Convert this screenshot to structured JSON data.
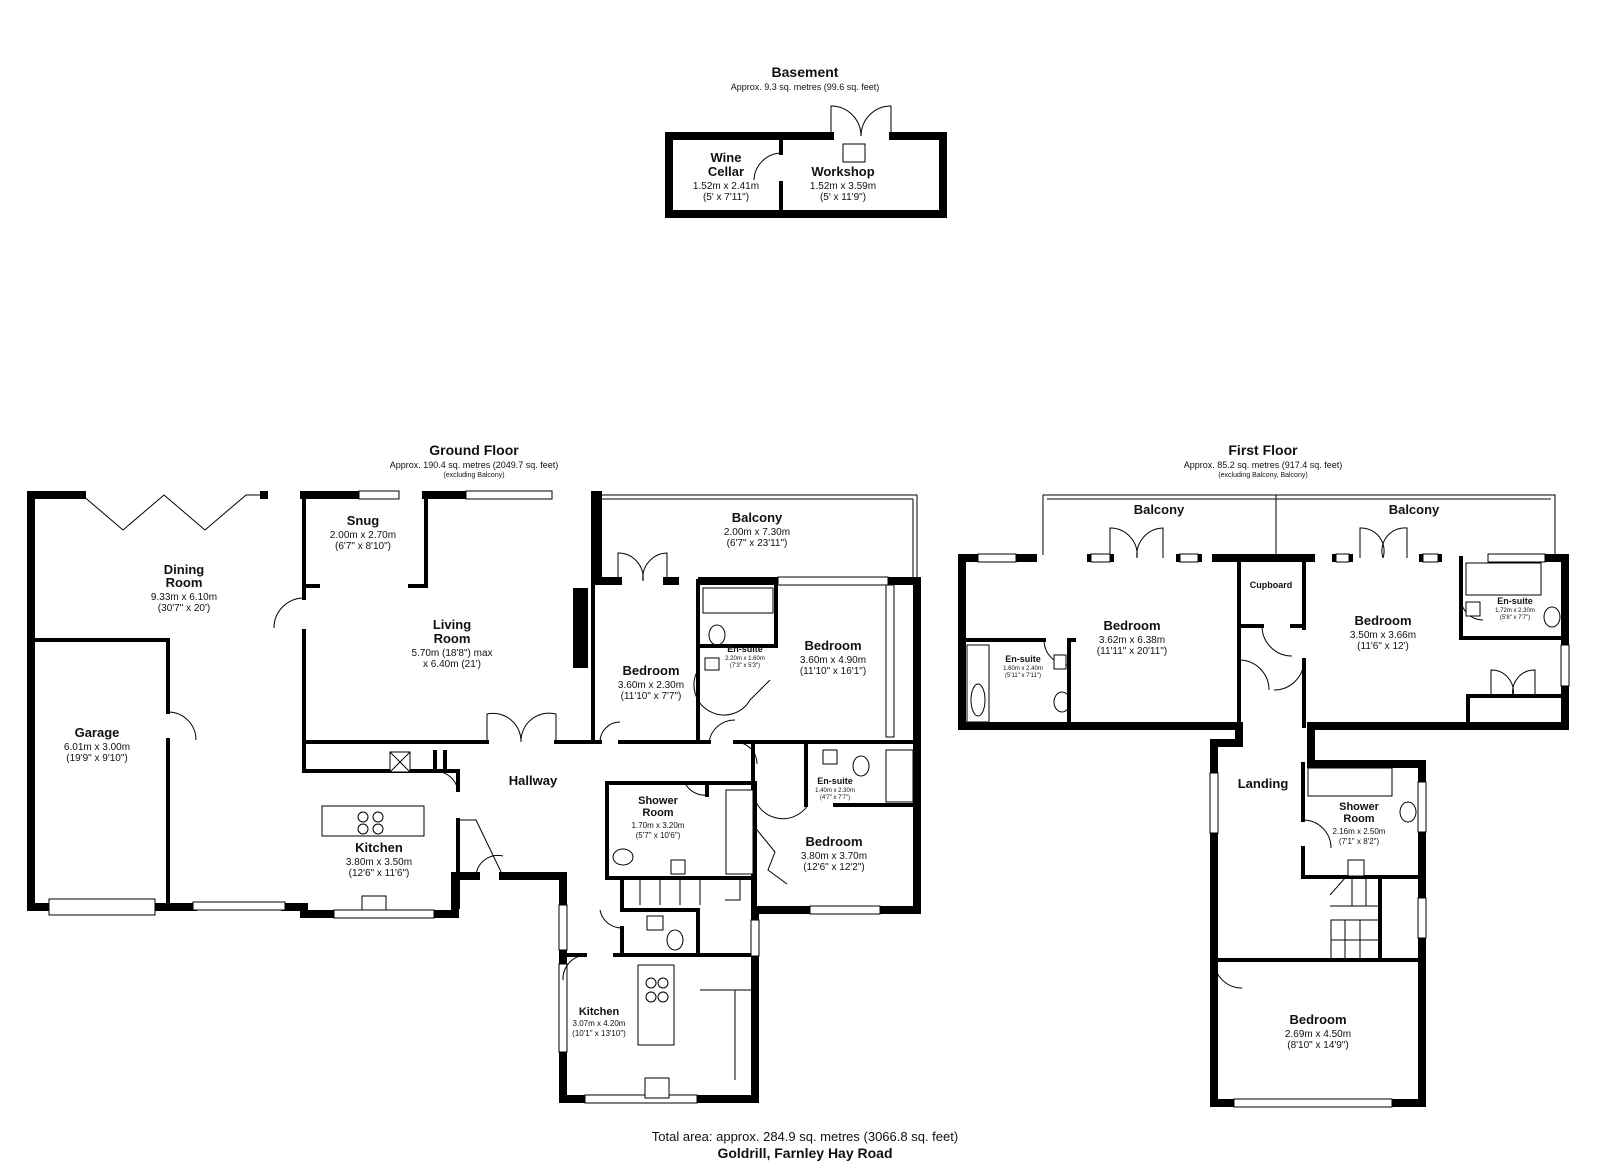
{
  "footer": {
    "total_area": "Total area: approx. 284.9 sq. metres (3066.8 sq. feet)",
    "address": "Goldrill, Farnley Hay Road"
  },
  "basement": {
    "title": "Basement",
    "area": "Approx. 9.3 sq. metres (99.6 sq. feet)",
    "rooms": {
      "wine_cellar": {
        "name1": "Wine",
        "name2": "Cellar",
        "dim": "1.52m x 2.41m",
        "imp": "(5' x 7'11\")"
      },
      "workshop": {
        "name": "Workshop",
        "dim": "1.52m x 3.59m",
        "imp": "(5' x 11'9\")"
      }
    }
  },
  "ground": {
    "title": "Ground Floor",
    "area": "Approx. 190.4 sq. metres (2049.7 sq. feet)",
    "note": "(excluding Balcony)",
    "rooms": {
      "dining": {
        "name1": "Dining",
        "name2": "Room",
        "dim": "9.33m x 6.10m",
        "imp": "(30'7\" x 20')"
      },
      "snug": {
        "name": "Snug",
        "dim": "2.00m x 2.70m",
        "imp": "(6'7\" x 8'10\")"
      },
      "living": {
        "name1": "Living",
        "name2": "Room",
        "dim1": "5.70m (18'8\") max",
        "dim2": "x 6.40m (21')"
      },
      "balcony": {
        "name": "Balcony",
        "dim": "2.00m x 7.30m",
        "imp": "(6'7\" x 23'11\")"
      },
      "bedroom_small": {
        "name": "Bedroom",
        "dim": "3.60m x 2.30m",
        "imp": "(11'10\" x 7'7\")"
      },
      "ensuite_1": {
        "name": "En-suite",
        "dim": "2.20m x 1.60m",
        "imp": "(7'3\" x 5'3\")"
      },
      "bedroom_large": {
        "name": "Bedroom",
        "dim": "3.60m x 4.90m",
        "imp": "(11'10\" x 16'1\")"
      },
      "garage": {
        "name": "Garage",
        "dim": "6.01m x 3.00m",
        "imp": "(19'9\" x 9'10\")"
      },
      "hallway": {
        "name": "Hallway"
      },
      "kitchen_main": {
        "name": "Kitchen",
        "dim": "3.80m x 3.50m",
        "imp": "(12'6\" x 11'6\")"
      },
      "shower": {
        "name1": "Shower",
        "name2": "Room",
        "dim": "1.70m x 3.20m",
        "imp": "(5'7\" x 10'6\")"
      },
      "ensuite_2": {
        "name": "En-suite",
        "dim": "1.40m x 2.30m",
        "imp": "(4'7\" x 7'7\")"
      },
      "bedroom_3": {
        "name": "Bedroom",
        "dim": "3.80m x 3.70m",
        "imp": "(12'6\" x 12'2\")"
      },
      "kitchen_2": {
        "name": "Kitchen",
        "dim": "3.07m x 4.20m",
        "imp": "(10'1\" x 13'10\")"
      }
    }
  },
  "first": {
    "title": "First Floor",
    "area": "Approx. 85.2 sq. metres (917.4 sq. feet)",
    "note": "(excluding Balcony, Balcony)",
    "rooms": {
      "balcony_l": {
        "name": "Balcony"
      },
      "balcony_r": {
        "name": "Balcony"
      },
      "bedroom_l": {
        "name": "Bedroom",
        "dim": "3.62m x 6.38m",
        "imp": "(11'11\" x 20'11\")"
      },
      "ensuite_l": {
        "name": "En-suite",
        "dim": "1.60m x 2.40m",
        "imp": "(5'11\" x 7'11\")"
      },
      "cupboard": {
        "name": "Cupboard"
      },
      "bedroom_r": {
        "name": "Bedroom",
        "dim": "3.50m x 3.66m",
        "imp": "(11'6\" x 12')"
      },
      "ensuite_r": {
        "name": "En-suite",
        "dim": "1.72m x 2.30m",
        "imp": "(5'8\" x 7'7\")"
      },
      "landing": {
        "name": "Landing"
      },
      "shower": {
        "name1": "Shower",
        "name2": "Room",
        "dim": "2.16m x 2.50m",
        "imp": "(7'1\" x 8'2\")"
      },
      "bedroom_b": {
        "name": "Bedroom",
        "dim": "2.69m x 4.50m",
        "imp": "(8'10\" x 14'9\")"
      }
    }
  }
}
